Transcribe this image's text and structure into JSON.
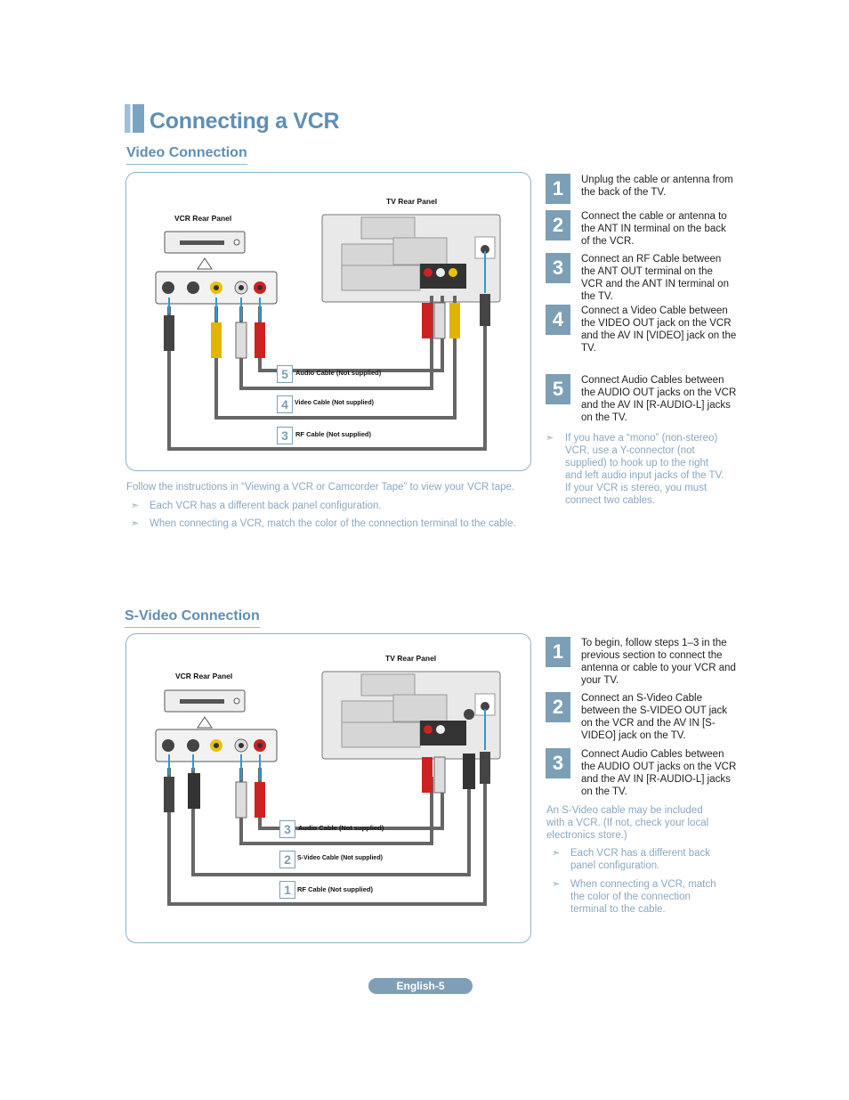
{
  "title": "Connecting a VCR",
  "sections": [
    {
      "heading": "Video Connection",
      "diagram": {
        "vcr_panel_label": "VCR Rear Panel",
        "tv_panel_label": "TV Rear Panel",
        "cables": [
          {
            "num": "5",
            "label": "Audio Cable (Not supplied)"
          },
          {
            "num": "4",
            "label": "Video Cable (Not supplied)"
          },
          {
            "num": "3",
            "label": "RF Cable (Not supplied)"
          }
        ]
      },
      "steps": [
        {
          "num": "1",
          "text": "Unplug the cable or antenna from the back of the TV."
        },
        {
          "num": "2",
          "text": "Connect the cable or antenna to the ANT IN terminal on the back of the VCR."
        },
        {
          "num": "3",
          "text": "Connect an RF Cable between the ANT OUT terminal on the VCR and the ANT IN terminal on the TV."
        },
        {
          "num": "4",
          "text": "Connect a Video Cable between the VIDEO OUT jack on the VCR and the AV IN [VIDEO] jack on the TV."
        },
        {
          "num": "5",
          "text": "Connect Audio Cables between the AUDIO OUT jacks on the VCR and the AV IN [R-AUDIO-L] jacks on the TV."
        }
      ],
      "side_note": "If you have a “mono” (non-stereo) VCR, use a Y-connector (not supplied) to hook up to the right and left audio input jacks of the TV. If your VCR is stereo, you must connect two cables.",
      "instructions": "Follow the instructions in “Viewing a VCR or Camcorder Tape” to view your VCR tape.",
      "bullets": [
        "Each VCR has a different back panel configuration.",
        "When connecting a VCR, match the color of the connection terminal to the cable."
      ]
    },
    {
      "heading": "S-Video Connection",
      "diagram": {
        "vcr_panel_label": "VCR Rear Panel",
        "tv_panel_label": "TV Rear Panel",
        "cables": [
          {
            "num": "3",
            "label": "Audio Cable (Not supplied)"
          },
          {
            "num": "2",
            "label": "S-Video Cable (Not supplied)"
          },
          {
            "num": "1",
            "label": "RF Cable (Not supplied)"
          }
        ]
      },
      "steps": [
        {
          "num": "1",
          "text": "To begin, follow steps 1–3 in the previous section to connect the antenna or cable to your VCR and your TV."
        },
        {
          "num": "2",
          "text": "Connect an S-Video Cable between the S-VIDEO OUT jack on the VCR and the AV IN [S-VIDEO] jack on the TV."
        },
        {
          "num": "3",
          "text": "Connect Audio Cables between the AUDIO OUT jacks on the VCR and the AV IN [R-AUDIO-L] jacks on the TV."
        }
      ],
      "side_note": "An S-Video cable may be included with a VCR. (If not, check your local electronics store.)",
      "bullets": [
        "Each VCR has a different back panel configuration.",
        "When connecting a VCR, match the color of the connection terminal to the cable."
      ]
    }
  ],
  "footer": "English-5",
  "colors": {
    "accent": "#5f8fb4",
    "step_box": "#7c9fb6",
    "note": "#8aa8c2",
    "panel_border": "#8fb1ca"
  }
}
